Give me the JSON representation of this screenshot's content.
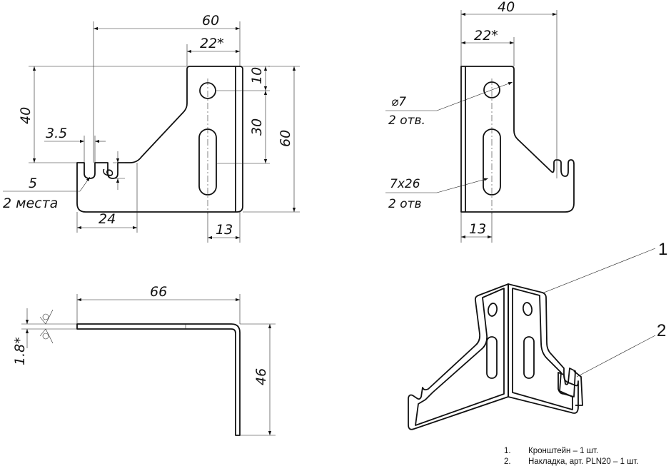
{
  "views": {
    "front": {
      "dim_width": "60",
      "dim_hole_offset": "22*",
      "dim_top_to_hole": "10",
      "dim_hole_spacing": "30",
      "dim_total_height": "60",
      "dim_arm_height": "40",
      "dim_slot_width": "3.5",
      "dim_slot_depth": "6",
      "dim_radius": "5",
      "dim_radius_note": "2 места",
      "dim_arm_length": "24",
      "dim_flange_width": "13"
    },
    "side": {
      "dim_width": "40",
      "dim_hole_offset": "22*",
      "hole_note_size": "⌀7",
      "hole_note_count": "2 отв.",
      "slot_note_size": "7x26",
      "slot_note_count": "2 отв",
      "dim_flange_width": "13"
    },
    "top": {
      "dim_length": "66",
      "dim_thickness": "1.8*",
      "dim_height": "46"
    }
  },
  "callouts": [
    "1",
    "2"
  ],
  "legend": [
    {
      "num": "1.",
      "text": "Кронштейн – 1 шт."
    },
    {
      "num": "2.",
      "text": "Накладка, арт. PLN20 – 1 шт."
    }
  ]
}
